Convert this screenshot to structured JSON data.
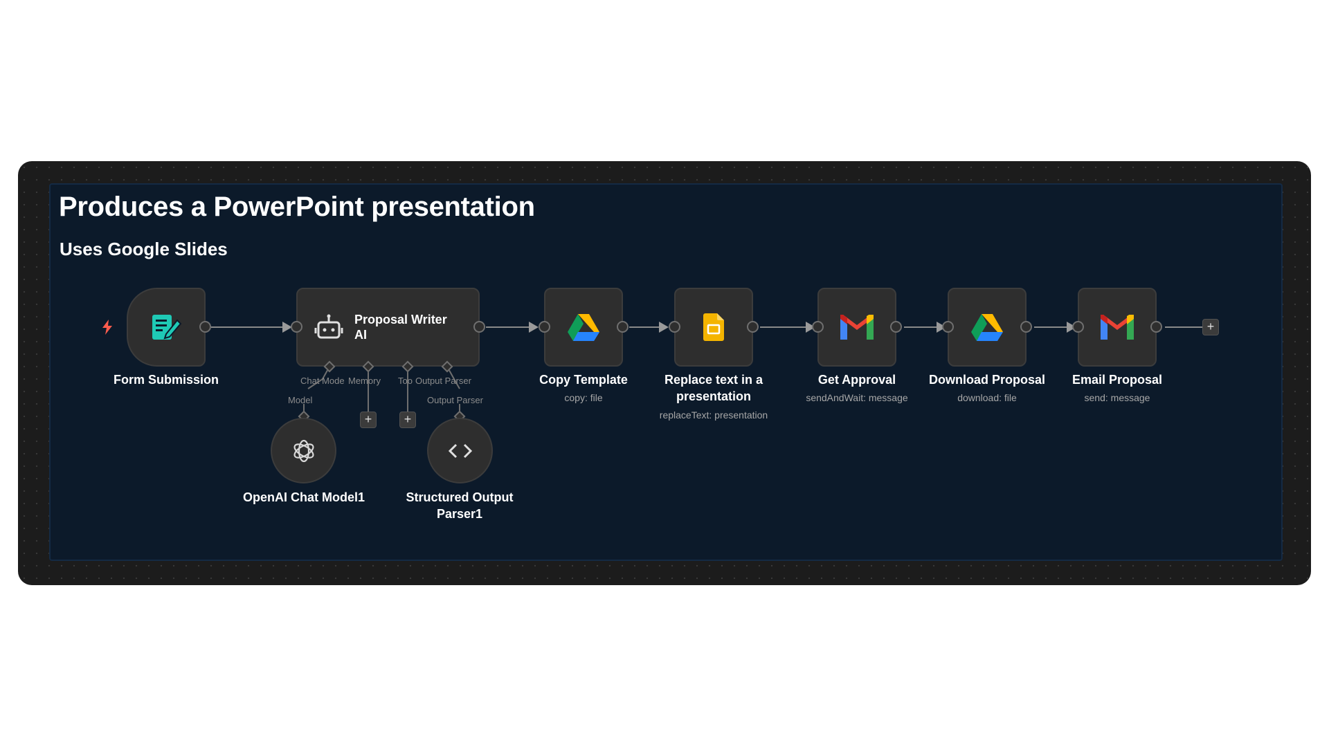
{
  "sticky": {
    "title": "Produces a PowerPoint presentation",
    "subtitle": "Uses Google Slides"
  },
  "nodes": {
    "form_submission": {
      "label": "Form Submission",
      "icon": "form-icon"
    },
    "proposal_writer": {
      "title": "Proposal Writer AI",
      "icon": "robot-icon"
    },
    "copy_template": {
      "label": "Copy Template",
      "sub": "copy: file",
      "icon": "google-drive-icon"
    },
    "replace_text": {
      "label": "Replace text in a presentation",
      "sub": "replaceText: presentation",
      "icon": "google-slides-icon"
    },
    "get_approval": {
      "label": "Get Approval",
      "sub": "sendAndWait: message",
      "icon": "gmail-icon"
    },
    "download_proposal": {
      "label": "Download Proposal",
      "sub": "download: file",
      "icon": "google-drive-icon"
    },
    "email_proposal": {
      "label": "Email Proposal",
      "sub": "send: message",
      "icon": "gmail-icon"
    },
    "openai_model": {
      "label": "OpenAI Chat Model1",
      "icon": "openai-icon"
    },
    "output_parser": {
      "label": "Structured Output Parser1",
      "icon": "code-brackets-icon"
    }
  },
  "ports": {
    "chat_model": "Chat Mode",
    "memory": "Memory",
    "tool": "Too",
    "output_parser": "Output Parser"
  },
  "connections": {
    "model": "Model",
    "output_parser": "Output Parser"
  },
  "add_symbol": "+",
  "colors": {
    "canvas": "#1c1c1c",
    "sticky": "#0c1a2a",
    "node": "#2e2e2e",
    "trigger_bolt": "#ff5c4d"
  }
}
